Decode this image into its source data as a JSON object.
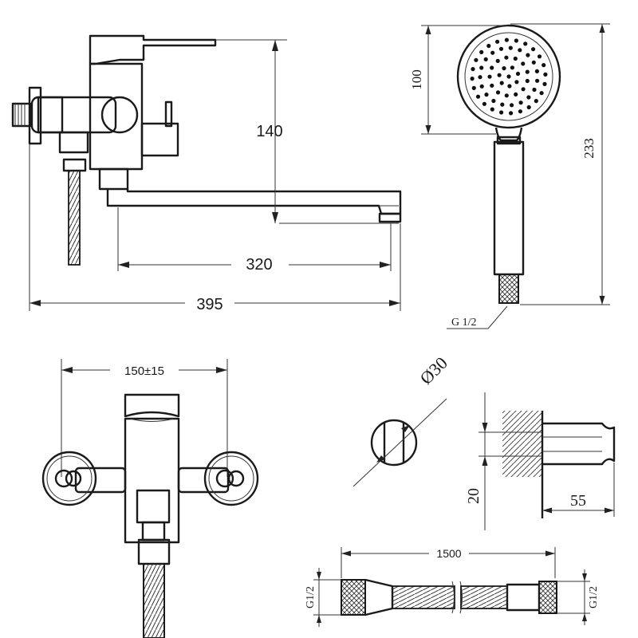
{
  "dimensions": {
    "height_140": "140",
    "spout_320": "320",
    "overall_395": "395",
    "head_100": "100",
    "shower_233": "233",
    "thread_g12": "G 1/2",
    "center_150": "150±15",
    "diameter_30": "Ø30",
    "wall_20": "20",
    "wall_55": "55",
    "hose_1500": "1500",
    "hose_left_g12": "G1/2",
    "hose_right_g12": "G1/2"
  },
  "icons": {
    "faucet_side": "faucet-side-view-icon",
    "faucet_front": "faucet-front-view-icon",
    "hand_shower": "hand-shower-icon",
    "eccentric": "eccentric-connector-icon",
    "wall_mount": "wall-mount-section-icon",
    "hose": "shower-hose-icon"
  }
}
